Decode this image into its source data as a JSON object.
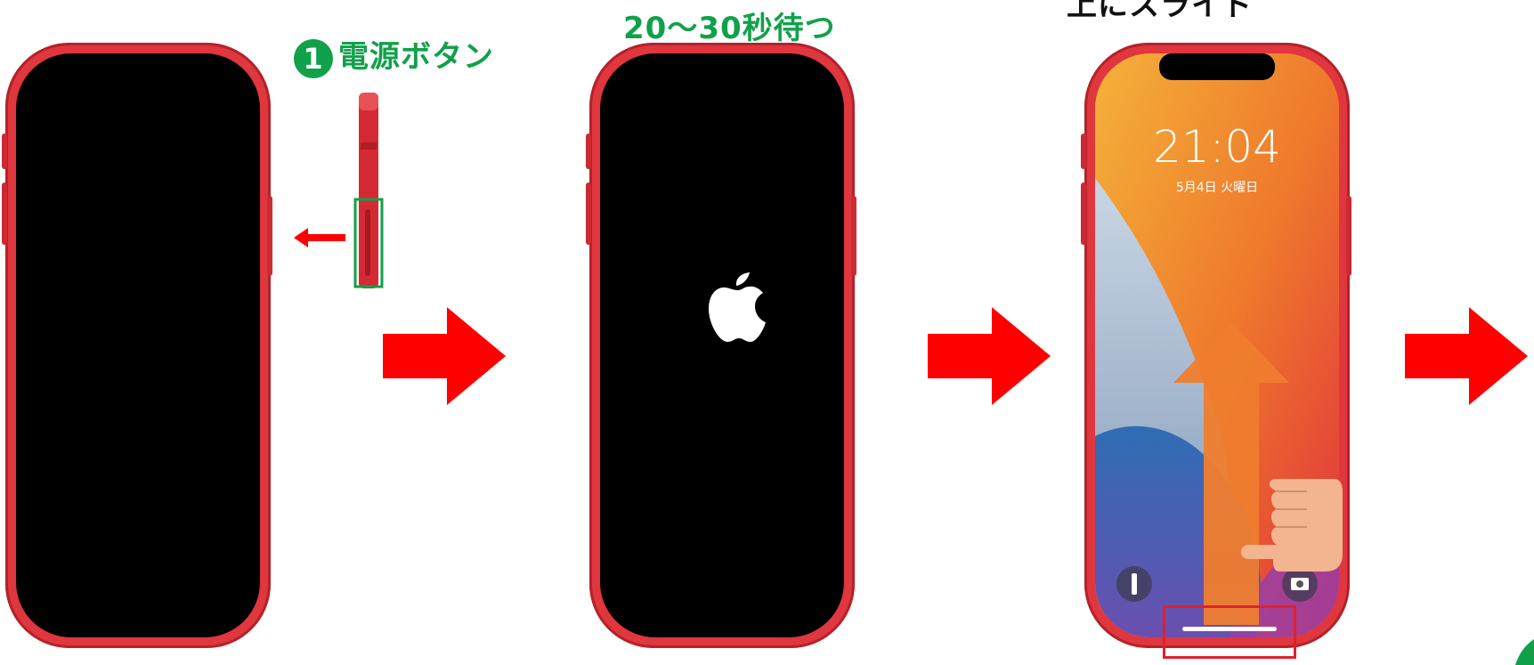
{
  "steps": [
    {
      "label_number": "1",
      "label": "電源ボタン"
    },
    {
      "label": "20〜30秒待つ"
    },
    {
      "label": "上にスライド"
    }
  ],
  "lockscreen": {
    "time": "21:04",
    "date": "5月4日 火曜日"
  },
  "colors": {
    "accent_green": "#10a14a",
    "arrow_red": "#ff0000",
    "phone_red": "#e0363e",
    "swipe_orange": "#ef7d2e"
  },
  "icons": [
    "power-button-arrow-icon",
    "apple-logo-icon",
    "flashlight-icon",
    "camera-icon",
    "swipe-up-arrow-icon",
    "pointing-hand-icon",
    "next-step-arrow-icon"
  ]
}
